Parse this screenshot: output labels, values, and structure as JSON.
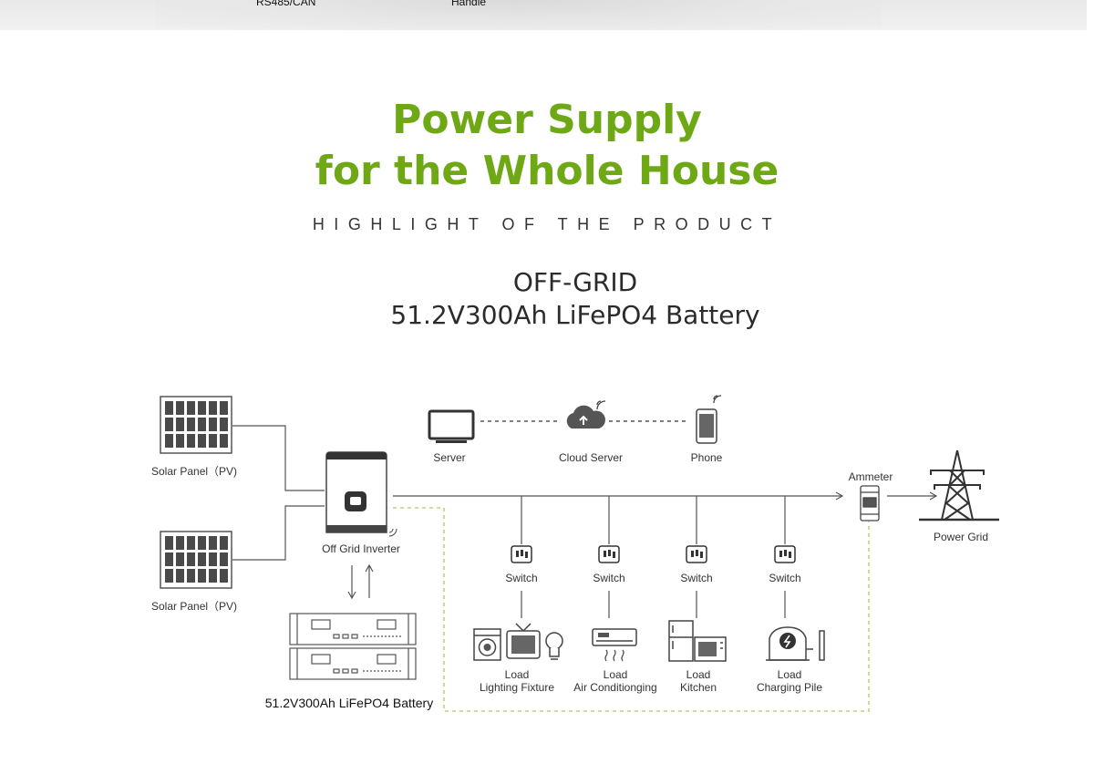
{
  "top_strip": {
    "left_label": "RS485/CAN",
    "right_label": "Handle"
  },
  "heading": {
    "line1": "Power Supply",
    "line2": "for the Whole House"
  },
  "subheading": "HIGHLIGHT OF THE PRODUCT",
  "product": {
    "line1": "OFF-GRID",
    "line2": "51.2V300Ah LiFePO4 Battery"
  },
  "diagram": {
    "solar_panel_1": "Solar Panel（PV)",
    "solar_panel_2": "Solar Panel（PV)",
    "inverter": "Off Grid Inverter",
    "battery": "51.2V300Ah LiFePO4 Battery",
    "server": "Server",
    "cloud_server": "Cloud Server",
    "phone": "Phone",
    "ammeter": "Ammeter",
    "power_grid": "Power Grid",
    "switches": [
      "Switch",
      "Switch",
      "Switch",
      "Switch"
    ],
    "loads": [
      {
        "title": "Load",
        "name": "Lighting Fixture"
      },
      {
        "title": "Load",
        "name": "Air Conditionging"
      },
      {
        "title": "Load",
        "name": "Kitchen"
      },
      {
        "title": "Load",
        "name": "Charging Pile"
      }
    ],
    "colors": {
      "line": "#555555",
      "dashed_green": "#b5d67a",
      "heading_green": "#6ea915"
    }
  }
}
